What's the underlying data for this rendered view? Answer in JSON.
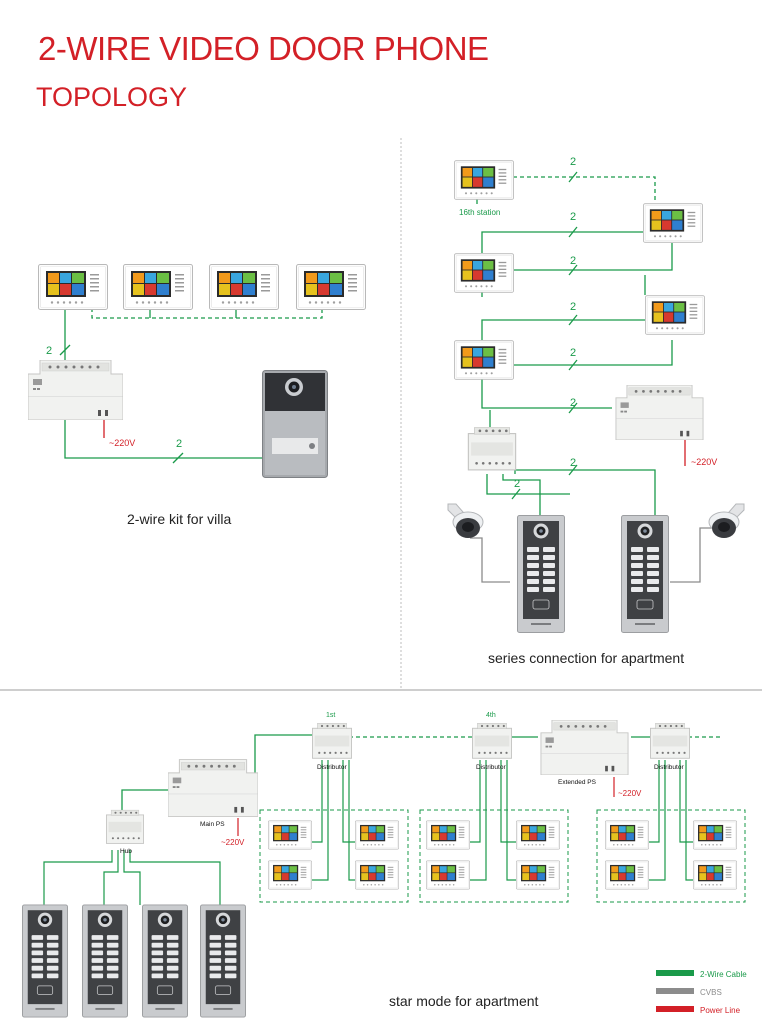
{
  "header": {
    "title": "2-WIRE VIDEO DOOR PHONE",
    "subtitle": "TOPOLOGY"
  },
  "villa": {
    "caption": "2-wire kit for villa",
    "wire_count_top": "2",
    "wire_count_bottom": "2",
    "power_label": "~220V"
  },
  "series": {
    "caption": "series connection for apartment",
    "station_label": "16th station",
    "wire_counts": [
      "2",
      "2",
      "2",
      "2",
      "2",
      "2",
      "2",
      "2"
    ],
    "power_label": "~220V"
  },
  "star": {
    "caption": "star mode for apartment",
    "distributor_first": "1st",
    "distributor_fourth": "4th",
    "distributor_label": "Distributor",
    "extended_ps_label": "Extended PS",
    "main_ps_label": "Main PS",
    "hub_label": "Hub",
    "power_label": "~220V"
  },
  "legend": {
    "items": [
      {
        "label": "2-Wire Cable",
        "color": "#1a9a4a"
      },
      {
        "label": "CVBS",
        "color": "#8c8c8c"
      },
      {
        "label": "Power Line",
        "color": "#d32027"
      }
    ]
  },
  "colors": {
    "accent": "#d32027",
    "wire": "#1a9a4a",
    "cvbs": "#8c8c8c",
    "power": "#d32027"
  }
}
